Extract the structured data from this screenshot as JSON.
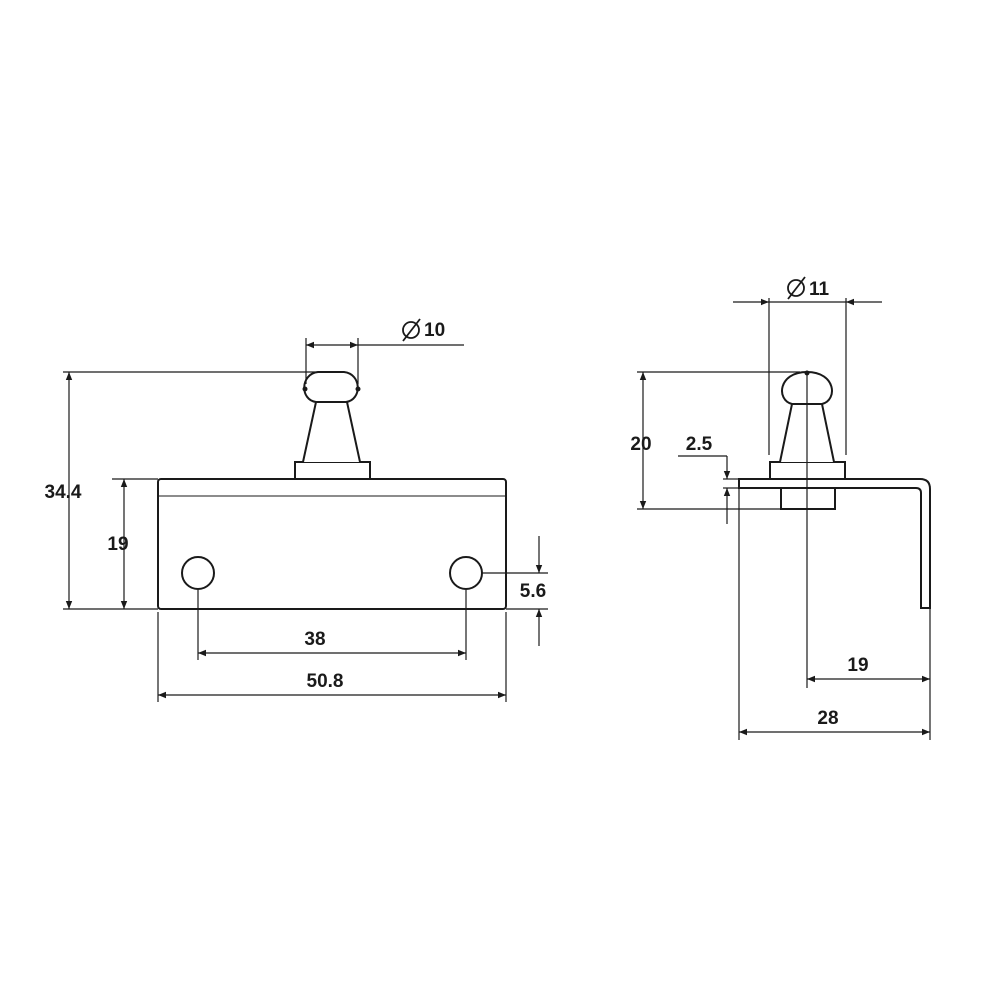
{
  "front_view": {
    "knob_diameter": {
      "symbol": "Ø",
      "value": "10"
    },
    "overall_height": "34.4",
    "body_height": "19",
    "hole_spacing": "38",
    "body_width": "50.8",
    "hole_offset": "5.6"
  },
  "side_view": {
    "knob_diameter": {
      "symbol": "Ø",
      "value": "11"
    },
    "height": "20",
    "bracket_thickness": "2.5",
    "actuator_offset": "19",
    "bracket_depth": "28"
  }
}
